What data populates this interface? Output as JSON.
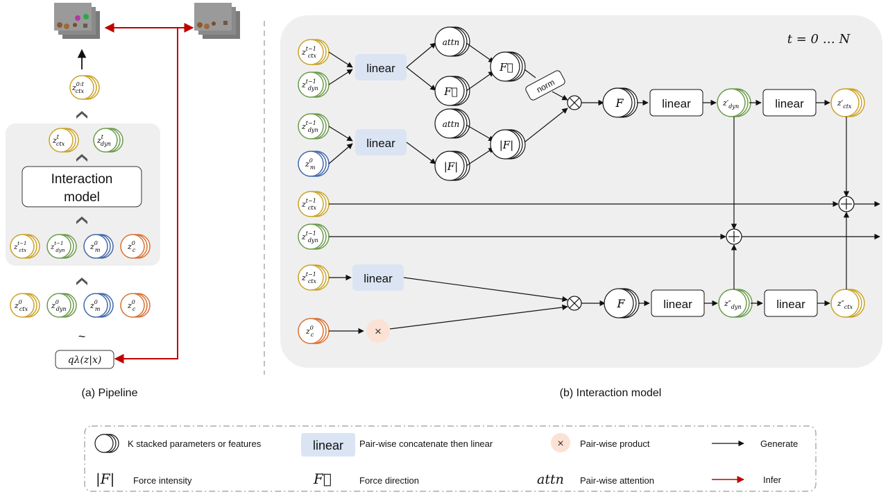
{
  "colors": {
    "ctx": "#c9a227",
    "dyn": "#6a9a4a",
    "m": "#3f66a8",
    "c": "#d96f30",
    "infer": "#c00000",
    "linear_fill": "#dbe4f3",
    "product_fill": "#fbe2d4",
    "panel": "#efefef"
  },
  "pipeline": {
    "caption": "(a) Pipeline",
    "interaction_box": "Interaction model",
    "q_label": "qλ(z|x)",
    "tilde": "~",
    "top_output": "z_ctx^0:t",
    "mid_outputs": [
      "z_ctx^t",
      "z_dyn^t"
    ],
    "inputs_t": [
      "z_ctx^t−1",
      "z_dyn^t−1",
      "z_m^0",
      "z_c^0"
    ],
    "inputs_0": [
      "z_ctx^0",
      "z_dyn^0",
      "z_m^0",
      "z_c^0"
    ]
  },
  "interaction": {
    "caption": "(b) Interaction model",
    "time_label": "t = 0 … N",
    "linear": "linear",
    "norm": "norm",
    "attn": "attn",
    "F": "F",
    "absF": "|F|",
    "Fvec": "F⃗",
    "inputs": [
      "z_ctx^t−1",
      "z_dyn^t−1",
      "z_dyn^t−1",
      "z_m^0",
      "z_ctx^t−1",
      "z_dyn^t−1",
      "z_ctx^t−1",
      "z_c^0"
    ],
    "outputs": [
      "z′_dyn",
      "z′_ctx",
      "z″_dyn",
      "z″_ctx"
    ]
  },
  "legend": {
    "stacked": "K stacked parameters or features",
    "linear_chip": "linear",
    "linear_desc": "Pair-wise concatenate then linear",
    "product_symbol": "×",
    "product_desc": "Pair-wise product",
    "generate": "Generate",
    "absF_symbol": "|F|",
    "absF_desc": "Force intensity",
    "Fvec_symbol": "F⃗",
    "Fvec_desc": "Force direction",
    "attn_symbol": "attn",
    "attn_desc": "Pair-wise attention",
    "infer": "Infer"
  }
}
